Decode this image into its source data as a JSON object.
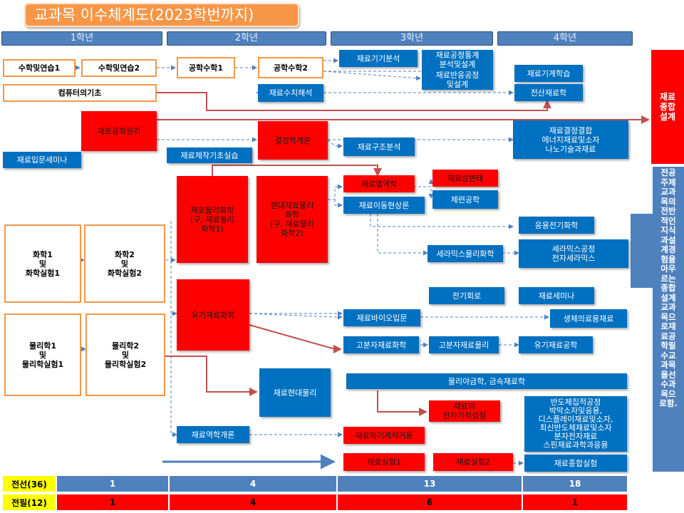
{
  "title": "교과목 이수체계도(2023학번까지)",
  "years": [
    "1학년",
    "2학년",
    "3학년",
    "4학년"
  ],
  "courses": {
    "math1": "수학및연습1",
    "math2": "수학및연습2",
    "engmath1": "공학수학1",
    "engmath2": "공학수학2",
    "computer": "컴퓨터의기초",
    "numerical": "재료수치해석",
    "instrument": "재료기기분석",
    "stats": "재료공정통계\n분석및설계",
    "reaction": "재료반응공정\n및설계",
    "mechlearn": "재료기계학습",
    "computational": "전산재료학",
    "principles": "재료공학원리",
    "crystal": "결정학개론",
    "structure": "재료구조분석",
    "bonding": "재료결정결합\n에너지재료및소자\n나노기술과재료",
    "seminar_intro": "재료입문세미나",
    "fabrication": "재료제작기초실습",
    "physchem1": "재료물리화학\n(구, 재료물리\n화학1)",
    "modernphys": "현대재료물리\n화학\n(구, 재료물리\n화학2)",
    "thermo": "재료열역학",
    "phase": "재료상변태",
    "refining": "제련공학",
    "transport": "재료이동현상론",
    "electrochem": "응용전기화학",
    "ceramicphys": "세라믹스물리화학",
    "ceramicproc": "세라믹스공정\n전자세라믹스",
    "circuit": "전기회로",
    "seminar": "재료세미나",
    "organic": "유기재료화학",
    "bio_intro": "재료바이오입문",
    "biomed": "생체의료용재료",
    "polychem": "고분자재료화학",
    "polyphys": "고분자재료물리",
    "organiceng": "유기재료공학",
    "modernmat": "재료현대물리",
    "metallurgy": "물리야금학, 금속재료학",
    "electronic": "재료의\n전자기적성질",
    "semicon": "반도체집적공정\n박막소자및응용,\n디스플레이재료및소자,\n최신반도체재료및소자\n분자전자재료\n스핀재료과학과응용",
    "mechanics_intro": "재료역학개론",
    "mechbehavior": "재료의기계적거동",
    "lab1": "재료실험1",
    "lab2": "재료실험2",
    "labcomp": "재료종합실험",
    "chem1": "화학1\n및\n화학실험1",
    "chem2": "화학2\n및\n화학실험2",
    "phys1": "물리학1\n및\n물리학실험1",
    "phys2": "물리학2\n및\n물리학실험2",
    "design": "재료\n종합\n설계",
    "sidenote": "전공주제교과목의전반적인지식과설계경험을아우르는종합설계교과목으로재료공학필수교과목을선수과목으로함."
  },
  "credits": {
    "elective": {
      "label": "전선(36)",
      "values": [
        "1",
        "4",
        "13",
        "18"
      ]
    },
    "required": {
      "label": "전필(12)",
      "values": [
        "1",
        "4",
        "6",
        "1"
      ]
    }
  }
}
